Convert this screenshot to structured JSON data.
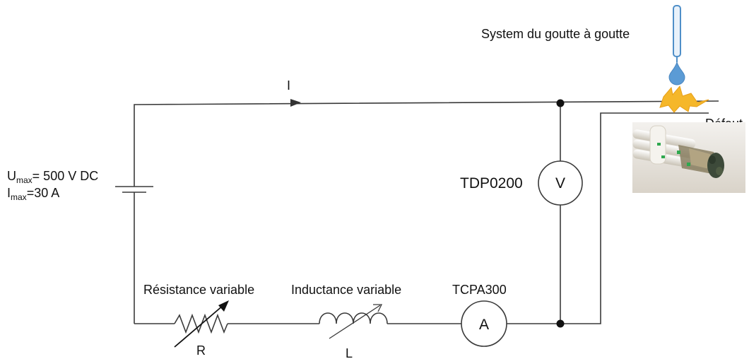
{
  "labels": {
    "drip_system": "System du goutte à goutte",
    "current": "I",
    "fault": "Défaut",
    "umax_main": "U",
    "umax_sub": "max",
    "umax_value": "= 500 V DC",
    "imax_main": "I",
    "imax_sub": "max",
    "imax_value": "=30 A",
    "voltmeter_probe": "TDP0200",
    "voltmeter_symbol": "V",
    "resistor_title": "Résistance variable",
    "resistor_symbol": "R",
    "inductor_title": "Inductance variable",
    "inductor_symbol": "L",
    "ammeter_probe": "TCPA300",
    "ammeter_symbol": "A"
  },
  "colors": {
    "wire": "#3a3a3a",
    "drop": "#5b9bd5",
    "tube": "#4f8fc8",
    "spark": "#f5b72a",
    "cable_bg": "#e9e4dc",
    "cable_dark": "#3d4a3a",
    "cable_green": "#2fa84f"
  },
  "icons": {
    "drip": "water-drop-icon",
    "fault": "lightning-spark-icon",
    "photo": "damaged-cable-photo"
  }
}
